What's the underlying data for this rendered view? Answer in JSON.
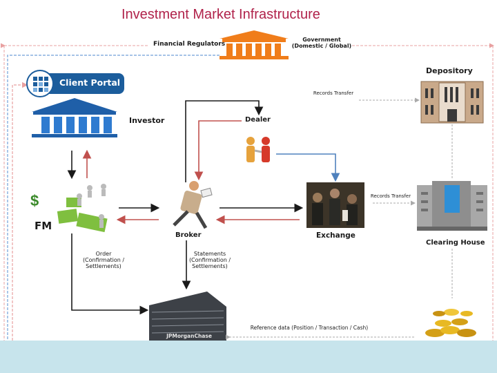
{
  "title": "Investment Market Infrastructure",
  "nodes": {
    "regulators": "Financial Regulators",
    "government": "Government\n(Domestic / Global)",
    "client_portal": "Client Portal",
    "investor": "Investor",
    "dealer": "Dealer",
    "depository": "Depository",
    "fm": "FM",
    "broker": "Broker",
    "exchange": "Exchange",
    "clearing_house": "Clearing House",
    "bank_logo": "JPMorganChase"
  },
  "edges": {
    "records_transfer_top": "Records Transfer",
    "records_transfer_mid": "Records Transfer",
    "order": "Order\n(Confirmation /\nSettlements)",
    "statements": "Statements\n(Confirmation /\nSettlements)",
    "reference_data": "Reference data (Position / Transaction / Cash)"
  },
  "colors": {
    "title": "#b0224a",
    "slide_bg": "#c7e4ec",
    "arrow_dark": "#1a1a1a",
    "arrow_red": "#c0504d",
    "arrow_blue": "#4f81bd",
    "regulator_orange": "#f07d1a",
    "investor_blue": "#1f5fa8"
  }
}
